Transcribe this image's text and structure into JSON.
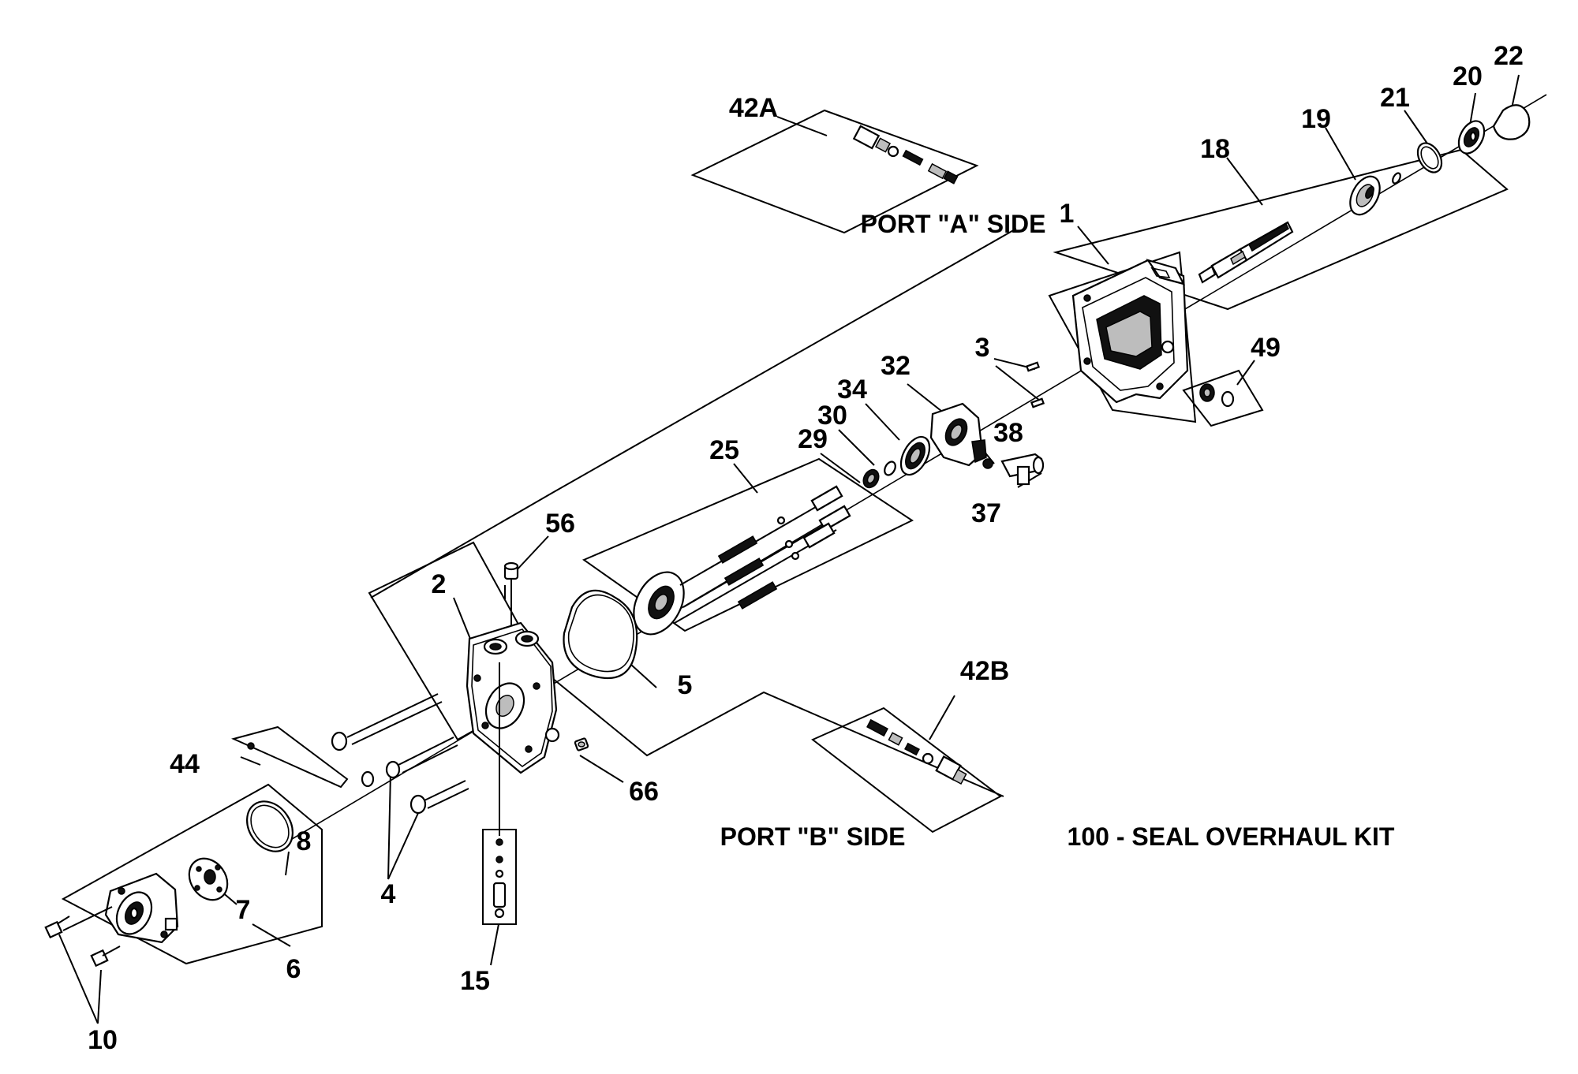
{
  "captions": {
    "port_a": "PORT \"A\" SIDE",
    "port_b": "PORT \"B\" SIDE",
    "kit": "100 - SEAL OVERHAUL KIT"
  },
  "callouts": {
    "c1": "1",
    "c2": "2",
    "c3": "3",
    "c4": "4",
    "c5": "5",
    "c6": "6",
    "c7": "7",
    "c8": "8",
    "c10": "10",
    "c15": "15",
    "c18": "18",
    "c19": "19",
    "c20": "20",
    "c21": "21",
    "c22": "22",
    "c25": "25",
    "c29": "29",
    "c30": "30",
    "c32": "32",
    "c34": "34",
    "c37": "37",
    "c38": "38",
    "c42a": "42A",
    "c42b": "42B",
    "c44": "44",
    "c49": "49",
    "c56": "56",
    "c66": "66"
  }
}
